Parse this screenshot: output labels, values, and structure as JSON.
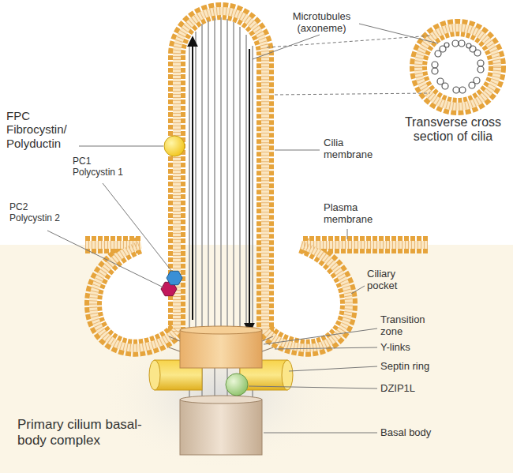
{
  "diagram": {
    "labels": [
      "Microtubules (axoneme)",
      "Transverse cross section of cilia",
      "FPC Fibrocystin/ Polyductin",
      "Cilia membrane",
      "PC1 Polycystin 1",
      "PC2 Polycystin 2",
      "Plasma membrane",
      "Ciliary pocket",
      "Transition zone",
      "Y-links",
      "Septin ring",
      "DZIP1L",
      "Basal body",
      "Primary cilium basal-body complex"
    ]
  }
}
